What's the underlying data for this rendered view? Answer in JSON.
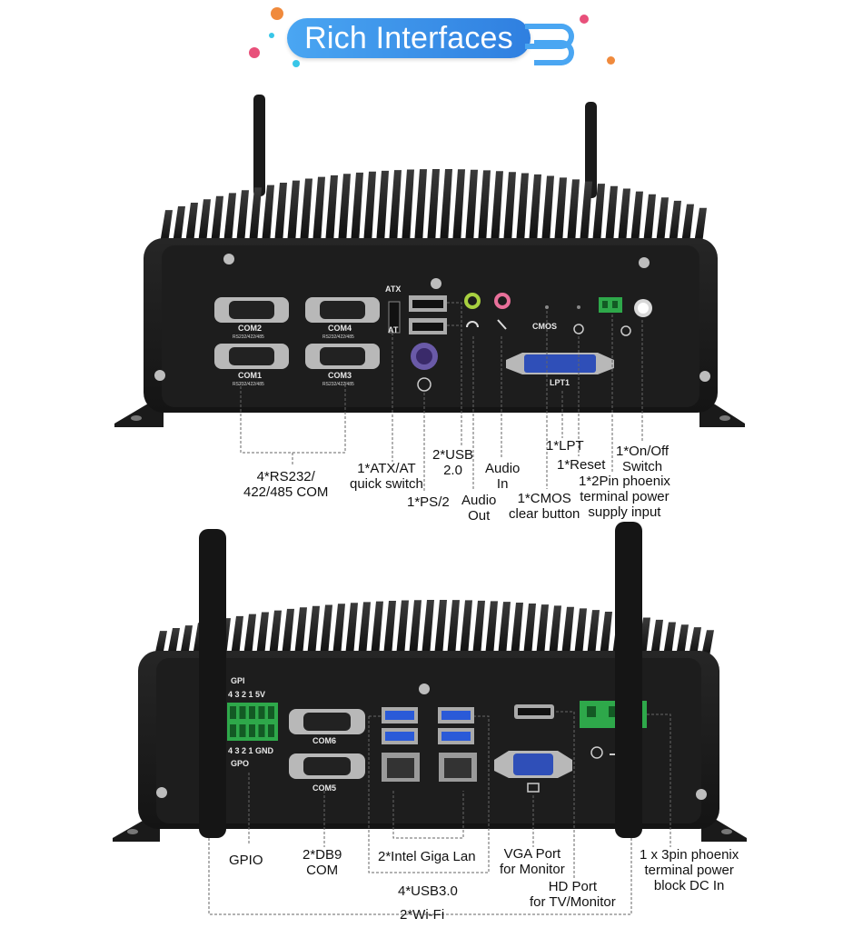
{
  "banner": {
    "title": "Rich Interfaces",
    "colors": {
      "pill": "#3b8fe8",
      "dot_orange": "#f08a3c",
      "dot_pink": "#e8507a",
      "dot_cyan": "#38c6e8"
    }
  },
  "top_device": {
    "port_labels": {
      "com2": "COM2",
      "com4": "COM4",
      "com1": "COM1",
      "com3": "COM3",
      "rs": "RS232/422/485",
      "atx": "ATX",
      "at": "AT",
      "cmos": "CMOS",
      "lpt1": "LPT1"
    },
    "callouts": {
      "com": [
        "4*RS232/",
        "422/485 COM"
      ],
      "atx_switch": [
        "1*ATX/AT",
        "quick switch"
      ],
      "ps2": "1*PS/2",
      "usb2": [
        "2*USB",
        "2.0"
      ],
      "audio_out": [
        "Audio",
        "Out"
      ],
      "audio_in": [
        "Audio",
        "In"
      ],
      "cmos": [
        "1*CMOS",
        "clear button"
      ],
      "lpt": "1*LPT",
      "reset": "1*Reset",
      "onoff": [
        "1*On/Off",
        "Switch"
      ],
      "phoenix2": [
        "1*2Pin phoenix",
        "terminal power",
        "supply input"
      ]
    }
  },
  "bottom_device": {
    "port_labels": {
      "gpi": "GPI",
      "gpi_pins": "4 3 2 1 5V",
      "gpo_pins": "4 3 2 1 GND",
      "gpo": "GPO",
      "com6": "COM6",
      "com5": "COM5"
    },
    "callouts": {
      "gpio": "GPIO",
      "db9": [
        "2*DB9",
        "COM"
      ],
      "lan": "2*Intel Giga Lan",
      "vga": [
        "VGA Port",
        "for Monitor"
      ],
      "hd": [
        "HD Port",
        "for TV/Monitor"
      ],
      "phoenix3": [
        "1 x 3pin phoenix",
        "terminal power",
        "block DC In"
      ],
      "usb3": "4*USB3.0",
      "wifi": "2*Wi-Fi"
    }
  },
  "colors": {
    "chassis": "#1c1c1c",
    "fin": "#2a2a2a",
    "green_terminal": "#2ea84a",
    "vga_blue": "#2f4fb8",
    "ps2_purple": "#6a5aa8",
    "lime_jack": "#a8d040",
    "pink_jack": "#e8709a"
  }
}
